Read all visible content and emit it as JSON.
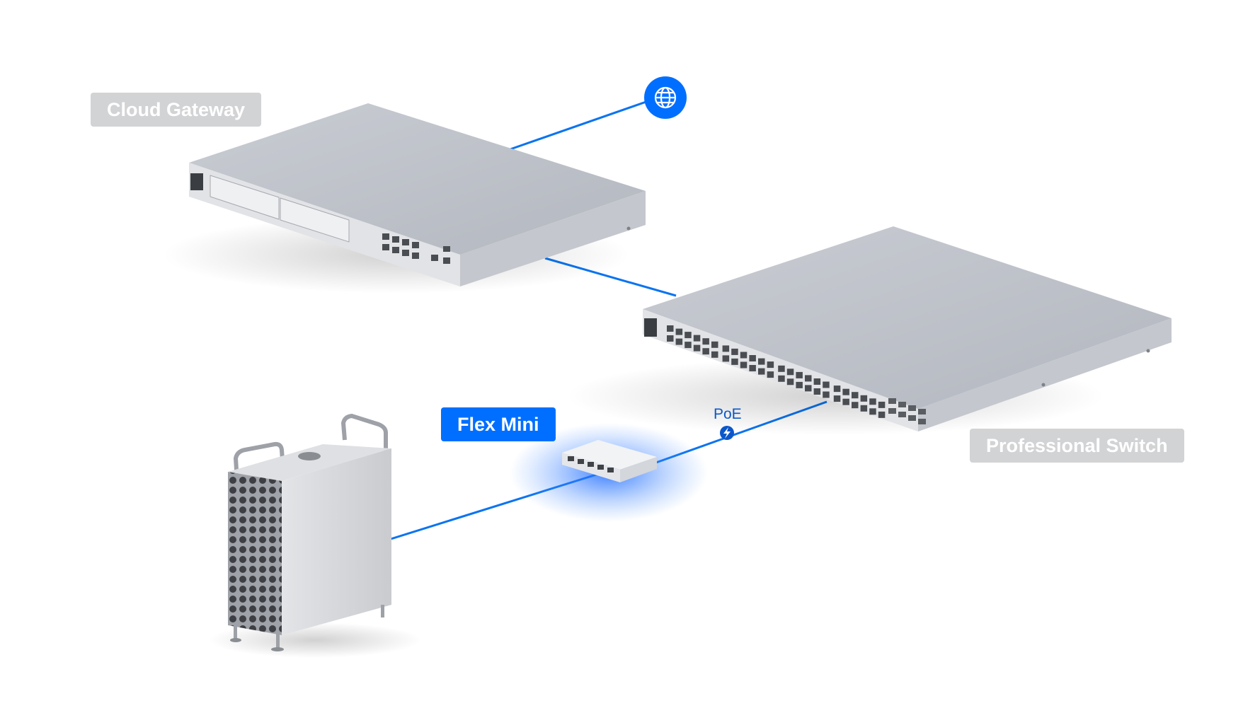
{
  "labels": {
    "cloud_gateway": "Cloud Gateway",
    "professional_switch": "Professional Switch",
    "flex_mini": "Flex Mini"
  },
  "poe_label": "PoE",
  "icons": {
    "internet": "globe-icon",
    "poe": "lightning-bolt-icon"
  },
  "colors": {
    "accent": "#006fff",
    "link_line": "#0a74f0",
    "grey_label": "#d2d3d5",
    "device_body": "#d6d8dd"
  }
}
